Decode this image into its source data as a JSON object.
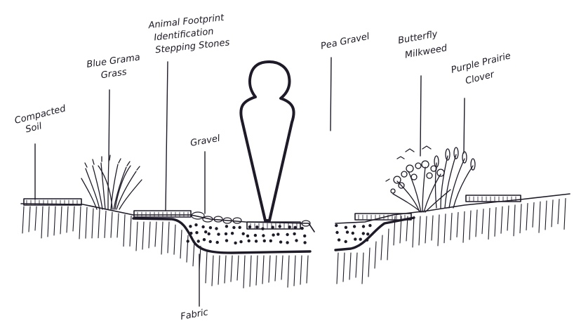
{
  "labels": {
    "compacted_soil": [
      "Compacted",
      "Soil"
    ],
    "blue_grama": [
      "Blue Grama",
      "Grass"
    ],
    "animal_stones": [
      "Animal Footprint",
      "Identification",
      "Stepping Stones"
    ],
    "gravel": [
      "Gravel"
    ],
    "fabric": [
      "Fabric"
    ],
    "pea_gravel": [
      "Pea Gravel"
    ],
    "milkweed": [
      "Butterfly",
      "Milkweed"
    ],
    "prairie_clover": [
      "Purple Prairie",
      "Clover"
    ]
  },
  "colors": {
    "ink": "#1f1a28",
    "paper": "#ffffff"
  }
}
